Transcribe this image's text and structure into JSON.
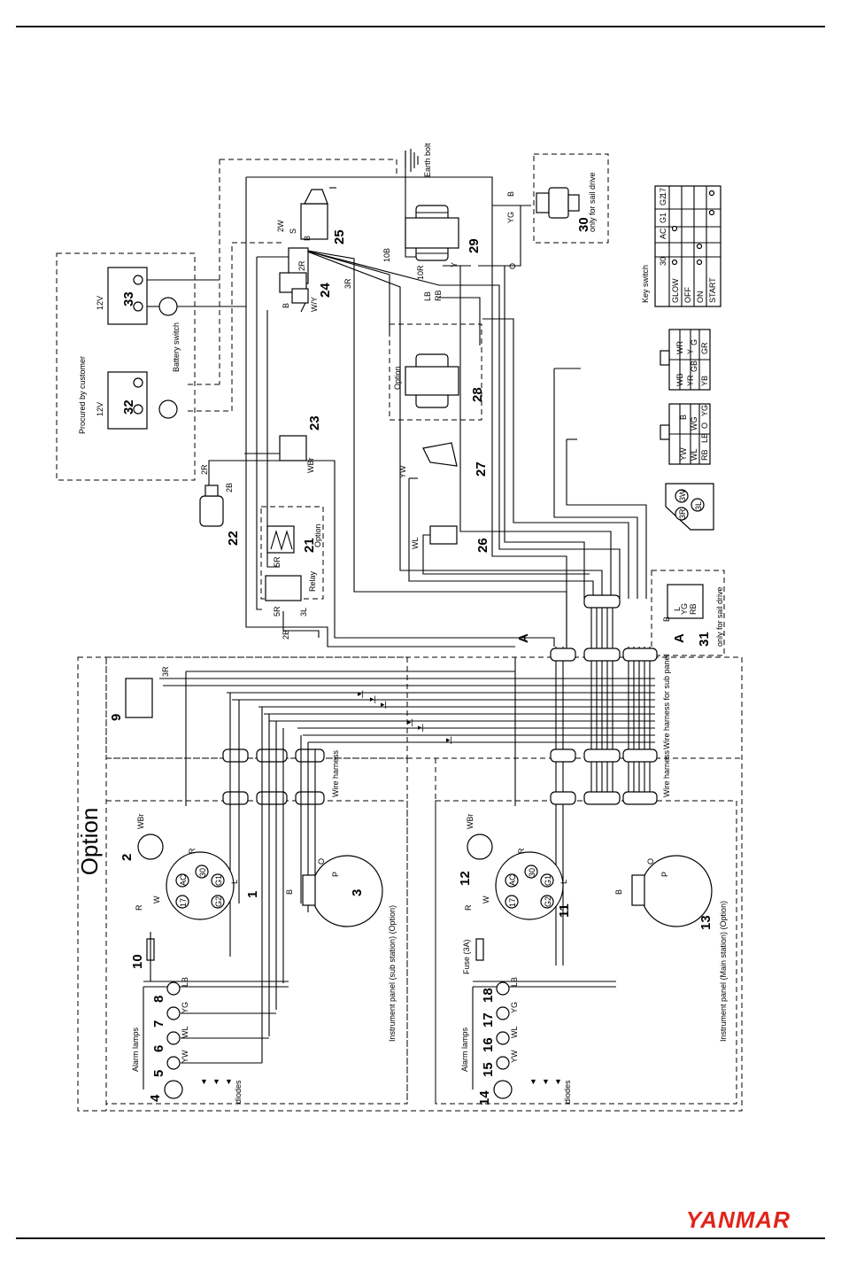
{
  "brand": "YANMAR",
  "option_title": "Option",
  "labels": {
    "earth_bolt": "Earth bolt",
    "procured": "Procured by customer",
    "battery_switch": "Battery switch",
    "v33": "12V",
    "v32": "12V",
    "only_sail_30": "only for sail drive",
    "only_sail_31": "only for sail drive",
    "key_switch": "Key switch",
    "option_28": "Option",
    "option_21": "Option",
    "relay": "Relay",
    "harness_sub": "Wire harness for sub panel",
    "harness_left": "Wire harness",
    "harness_right": "Wire harness",
    "panel_sub": "Instrument panel (sub station) (Option)",
    "panel_main": "Instrument panel (Main station) (Option)",
    "alarm_lamps_sub": "Alarm lamps",
    "alarm_lamps_main": "Alarm lamps",
    "diodes_sub": "diodes",
    "diodes_main": "diodes",
    "fuse": "Fuse (3A)",
    "marker_a1": "A",
    "marker_a2": "A"
  },
  "key_switch_table": {
    "headers": [
      "30",
      "AC",
      "G1",
      "G2",
      "17"
    ],
    "rows": [
      "GLOW",
      "OFF",
      "ON",
      "START"
    ]
  },
  "connectors": {
    "c1": [
      "WB",
      "YR",
      "Y",
      "WR",
      "YB",
      "GB",
      "G",
      "GR"
    ],
    "c2": [
      "B",
      "YW",
      "WL",
      "WG",
      "RB",
      "LB",
      "O",
      "YG"
    ],
    "c3": [
      "3R",
      "3W",
      "3L"
    ]
  },
  "numbers": {
    "n1": "1",
    "n2": "2",
    "n3": "3",
    "n4": "4",
    "n5": "5",
    "n6": "6",
    "n7": "7",
    "n8": "8",
    "n9": "9",
    "n10": "10",
    "n11": "11",
    "n12": "12",
    "n13": "13",
    "n14": "14",
    "n15": "15",
    "n16": "16",
    "n17": "17",
    "n18": "18",
    "n21": "21",
    "n22": "22",
    "n23": "23",
    "n24": "24",
    "n25": "25",
    "n26": "26",
    "n27": "27",
    "n28": "28",
    "n29": "29",
    "n30": "30",
    "n31": "31",
    "n32": "32",
    "n33": "33"
  },
  "wire_codes": {
    "w_b_top": "B",
    "w_yg_top": "YG",
    "w_o": "O",
    "w_y": "Y",
    "w_10b": "10B",
    "w_10r": "10R",
    "w_lb": "LB",
    "w_rb": "RB",
    "w_3r": "3R",
    "w_2w": "2W",
    "w_2r": "2R",
    "w_s": "S",
    "w_b25": "B",
    "w_wy": "W/Y",
    "w_b24": "B",
    "w_wbr": "WBr",
    "w_2r22": "2R",
    "w_2b22": "2B",
    "w_yw27": "YW",
    "w_wl26": "WL",
    "w_5r": "5R",
    "w_5r2": "5R",
    "w_3l": "3L",
    "w_2b": "2B",
    "w_3r9": "3R",
    "w_b31": "B",
    "w_l31": "L",
    "w_yg31": "YG",
    "w_rb31": "RB",
    "s_wbr": "WBr",
    "s_w": "W",
    "s_r": "R",
    "s_r2": "R",
    "s_l": "L",
    "s_b": "B",
    "s_o": "O",
    "s_p": "P",
    "s_lb": "LB",
    "s_yg": "YG",
    "s_wl": "WL",
    "s_yw": "YW",
    "m_wbr": "WBr",
    "m_w": "W",
    "m_r": "R",
    "m_r2": "R",
    "m_l": "L",
    "m_b": "B",
    "m_o": "O",
    "m_p": "P",
    "m_lb": "LB",
    "m_yg": "YG",
    "m_wl": "WL",
    "m_yw": "YW",
    "t_30": "30",
    "t_ac": "AC",
    "t_g1": "G1",
    "t_g2": "G2",
    "t_17": "17",
    "m_30": "30",
    "m_ac": "AC",
    "m_g1": "G1",
    "m_g2": "G2",
    "m_17": "17"
  }
}
